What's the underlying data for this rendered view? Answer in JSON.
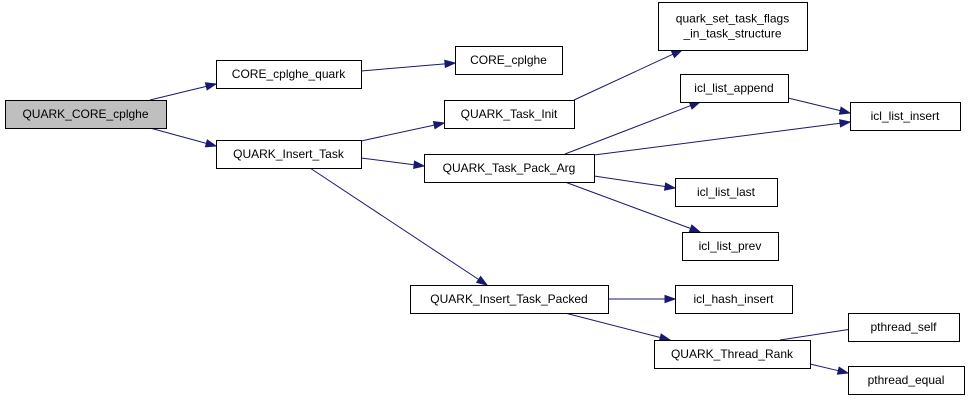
{
  "diagram": {
    "nodes": [
      {
        "id": "n0",
        "lines": [
          "QUARK_CORE_cplghe"
        ],
        "root": true
      },
      {
        "id": "n1",
        "lines": [
          "CORE_cplghe_quark"
        ]
      },
      {
        "id": "n2",
        "lines": [
          "CORE_cplghe"
        ]
      },
      {
        "id": "n3",
        "lines": [
          "QUARK_Insert_Task"
        ]
      },
      {
        "id": "n4",
        "lines": [
          "QUARK_Task_Init"
        ]
      },
      {
        "id": "n5",
        "lines": [
          "quark_set_task_flags",
          "_in_task_structure"
        ]
      },
      {
        "id": "n6",
        "lines": [
          "QUARK_Task_Pack_Arg"
        ]
      },
      {
        "id": "n7",
        "lines": [
          "icl_list_append"
        ]
      },
      {
        "id": "n8",
        "lines": [
          "icl_list_insert"
        ]
      },
      {
        "id": "n9",
        "lines": [
          "icl_list_last"
        ]
      },
      {
        "id": "n10",
        "lines": [
          "icl_list_prev"
        ]
      },
      {
        "id": "n11",
        "lines": [
          "QUARK_Insert_Task_Packed"
        ]
      },
      {
        "id": "n12",
        "lines": [
          "icl_hash_insert"
        ]
      },
      {
        "id": "n13",
        "lines": [
          "QUARK_Thread_Rank"
        ]
      },
      {
        "id": "n14",
        "lines": [
          "pthread_self"
        ]
      },
      {
        "id": "n15",
        "lines": [
          "pthread_equal"
        ]
      }
    ],
    "edges": [
      {
        "from": "n0",
        "to": "n1"
      },
      {
        "from": "n0",
        "to": "n3"
      },
      {
        "from": "n1",
        "to": "n2"
      },
      {
        "from": "n3",
        "to": "n4"
      },
      {
        "from": "n3",
        "to": "n6"
      },
      {
        "from": "n3",
        "to": "n11"
      },
      {
        "from": "n4",
        "to": "n5"
      },
      {
        "from": "n6",
        "to": "n7"
      },
      {
        "from": "n6",
        "to": "n8"
      },
      {
        "from": "n6",
        "to": "n9"
      },
      {
        "from": "n6",
        "to": "n10"
      },
      {
        "from": "n7",
        "to": "n8"
      },
      {
        "from": "n11",
        "to": "n12"
      },
      {
        "from": "n11",
        "to": "n13"
      },
      {
        "from": "n13",
        "to": "n14"
      },
      {
        "from": "n13",
        "to": "n15"
      }
    ],
    "colors": {
      "edge": "#191970",
      "root_fill": "#bfbfbf",
      "node_fill": "#ffffff",
      "border": "#000000"
    }
  }
}
